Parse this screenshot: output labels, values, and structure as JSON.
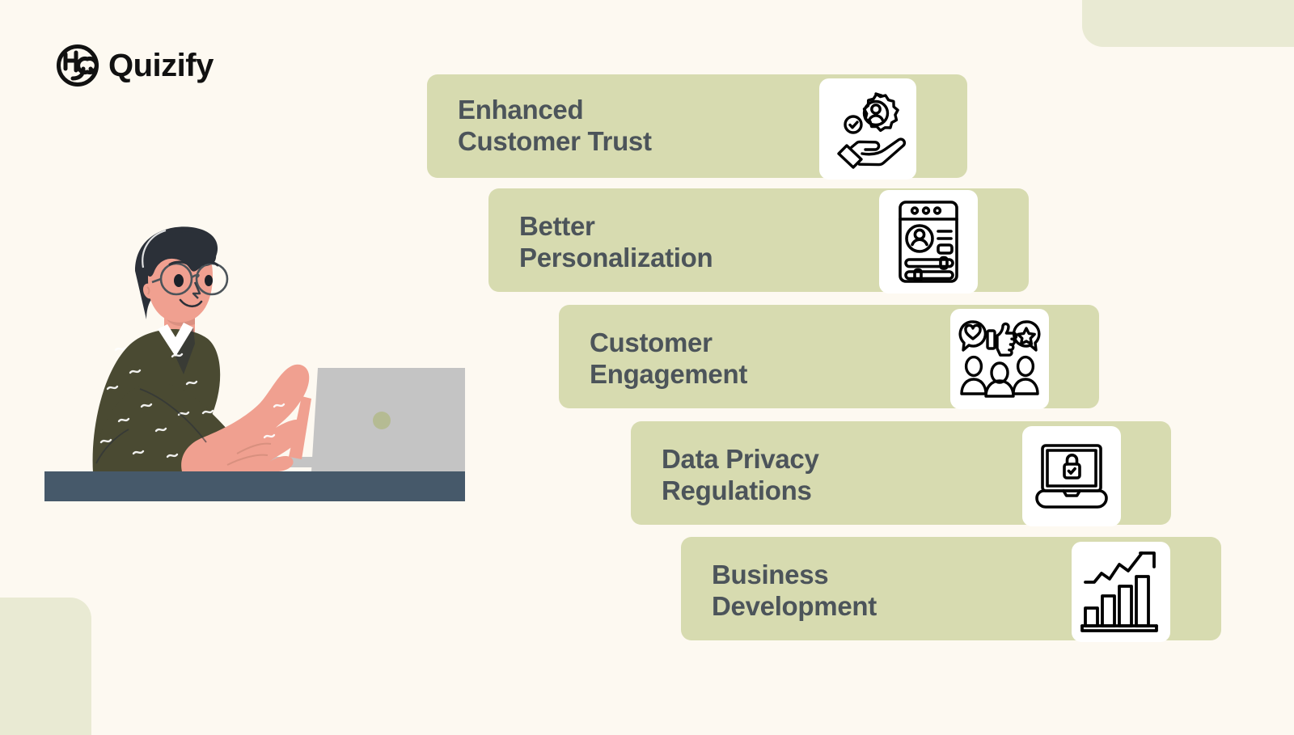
{
  "brand": {
    "name": "Quizify",
    "logo_icon": "quizify-circular-monogram-icon",
    "text_color": "#111111"
  },
  "theme": {
    "background": "#fdf9f1",
    "bar_fill": "#d7dbb0",
    "bar_text": "#4c545a",
    "icon_tile_fill": "#ffffff",
    "decoration_fill": "#e9ead3",
    "desk_color": "#46596a",
    "skin_color": "#f0a090",
    "hair_color": "#2b3038",
    "sweater_color": "#4a4a32",
    "laptop_color": "#c4c4c4"
  },
  "decorations": [
    {
      "name": "top-right-block"
    },
    {
      "name": "bottom-left-block"
    }
  ],
  "illustration": {
    "name": "man-working-on-laptop-illustration",
    "alt": "Man with glasses typing on a laptop at a desk"
  },
  "bars": [
    {
      "index": 1,
      "label": "Enhanced\nCustomer Trust",
      "line1": "Enhanced",
      "line2": "Customer Trust",
      "icon": "hand-holding-verified-user-badge-icon"
    },
    {
      "index": 2,
      "label": "Better\nPersonalization",
      "line1": "Better",
      "line2": "Personalization",
      "icon": "mobile-profile-settings-sliders-icon"
    },
    {
      "index": 3,
      "label": "Customer\nEngagement",
      "line1": "Customer",
      "line2": "Engagement",
      "icon": "people-with-heart-thumbsup-star-icon"
    },
    {
      "index": 4,
      "label": "Data Privacy\nRegulations",
      "line1": "Data Privacy",
      "line2": "Regulations",
      "icon": "laptop-with-padlock-icon"
    },
    {
      "index": 5,
      "label": "Business\nDevelopment",
      "line1": "Business",
      "line2": "Development",
      "icon": "growth-bar-chart-arrow-icon"
    }
  ]
}
